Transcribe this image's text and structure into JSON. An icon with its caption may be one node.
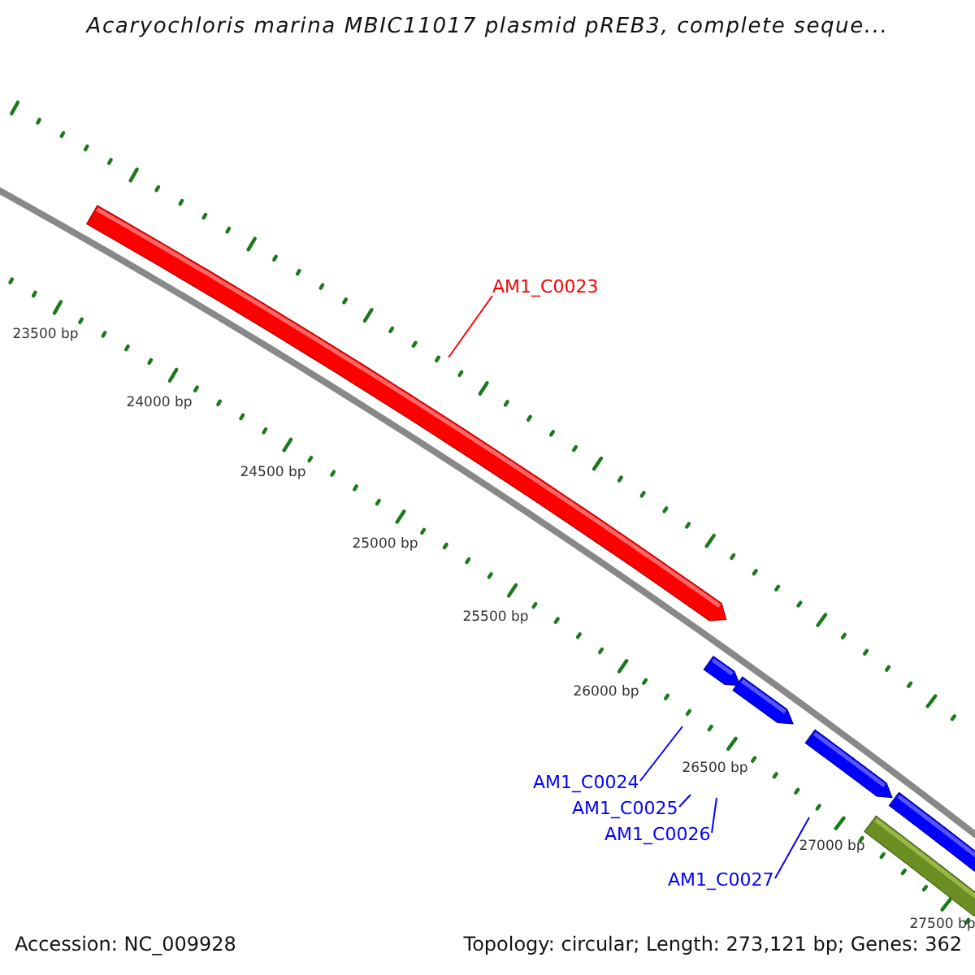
{
  "diagram": {
    "title": "Acaryochloris marina MBIC11017 plasmid pREB3, complete seque...",
    "nodes": [
      {
        "text": [
          "AM1_C0023"
        ]
      },
      {
        "text": [
          "AM1_C0024"
        ]
      },
      {
        "text": [
          "AM1_C0025"
        ]
      },
      {
        "text": [
          "AM1_C0026"
        ]
      },
      {
        "text": [
          "AM1_C0027"
        ]
      }
    ],
    "edges": [
      {
        "from": 0,
        "to": null,
        "arrow": "none",
        "color": "#ff0000"
      },
      {
        "from": 1,
        "to": null,
        "arrow": "none"
      },
      {
        "from": 2,
        "to": null,
        "arrow": "none"
      },
      {
        "from": 3,
        "to": null,
        "arrow": "none"
      },
      {
        "from": 4,
        "to": null,
        "arrow": "none"
      }
    ],
    "labels": [
      "23500 bp",
      "24000 bp",
      "24500 bp",
      "25000 bp",
      "25500 bp",
      "26000 bp",
      "26500 bp",
      "27000 bp",
      "27500 bp",
      "Accession: NC_009928",
      "Topology: circular; Length: 273,121 bp; Genes: 362"
    ]
  }
}
